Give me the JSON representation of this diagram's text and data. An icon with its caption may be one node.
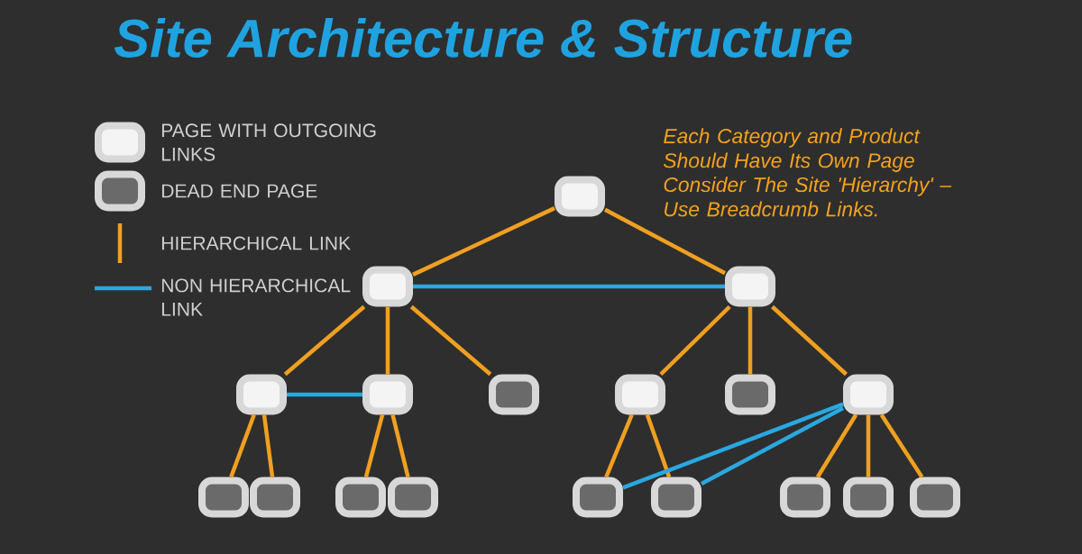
{
  "diagram": {
    "title": "Site Architecture & Structure",
    "nodes": [
      {
        "text": [],
        "shape": "box"
      },
      {
        "text": [],
        "shape": "box"
      },
      {
        "text": [],
        "shape": "box"
      },
      {
        "text": [],
        "shape": "box"
      },
      {
        "text": [],
        "shape": "box"
      },
      {
        "text": [],
        "shape": "box"
      },
      {
        "text": [],
        "shape": "box"
      },
      {
        "text": [],
        "shape": "box"
      },
      {
        "text": [],
        "shape": "box"
      },
      {
        "text": [],
        "shape": "box"
      },
      {
        "text": [],
        "shape": "box"
      },
      {
        "text": [],
        "shape": "box"
      },
      {
        "text": [],
        "shape": "box"
      },
      {
        "text": [],
        "shape": "box"
      },
      {
        "text": [],
        "shape": "box"
      },
      {
        "text": [],
        "shape": "box"
      },
      {
        "text": [],
        "shape": "box"
      },
      {
        "text": [],
        "shape": "box"
      }
    ],
    "edges": [
      {
        "from": 0,
        "to": 1,
        "arrow": "none"
      },
      {
        "from": 0,
        "to": 2,
        "arrow": "none"
      },
      {
        "from": 1,
        "to": 2,
        "arrow": "none",
        "color": "#29a8e0"
      },
      {
        "from": 1,
        "to": 3,
        "arrow": "none"
      },
      {
        "from": 1,
        "to": 4,
        "arrow": "none"
      },
      {
        "from": 1,
        "to": 5,
        "arrow": "none"
      },
      {
        "from": 2,
        "to": 6,
        "arrow": "none"
      },
      {
        "from": 2,
        "to": 7,
        "arrow": "none"
      },
      {
        "from": 2,
        "to": 8,
        "arrow": "none"
      },
      {
        "from": 3,
        "to": 4,
        "arrow": "none",
        "color": "#29a8e0"
      },
      {
        "from": 3,
        "to": 9,
        "arrow": "none"
      },
      {
        "from": 3,
        "to": 10,
        "arrow": "none"
      },
      {
        "from": 4,
        "to": 11,
        "arrow": "none"
      },
      {
        "from": 4,
        "to": 12,
        "arrow": "none"
      },
      {
        "from": 6,
        "to": 13,
        "arrow": "none"
      },
      {
        "from": 6,
        "to": 14,
        "arrow": "none"
      },
      {
        "from": 8,
        "to": 13,
        "arrow": "none",
        "color": "#29a8e0"
      },
      {
        "from": 8,
        "to": 14,
        "arrow": "none",
        "color": "#29a8e0"
      },
      {
        "from": 8,
        "to": 15,
        "arrow": "none"
      },
      {
        "from": 8,
        "to": 16,
        "arrow": "none"
      },
      {
        "from": 8,
        "to": 17,
        "arrow": "none"
      }
    ],
    "labels": [
      "Each Category and Product Should Have Its Own Page",
      "Consider The Site 'Hierarchy' – Use Breadcrumb Links."
    ],
    "legend": [
      {
        "text": "PAGE WITH OUTGOING LINKS"
      },
      {
        "text": "DEAD END PAGE"
      },
      {
        "text": "HIERARCHICAL LINK"
      },
      {
        "text": "NON HIERARCHICAL LINK"
      }
    ]
  }
}
